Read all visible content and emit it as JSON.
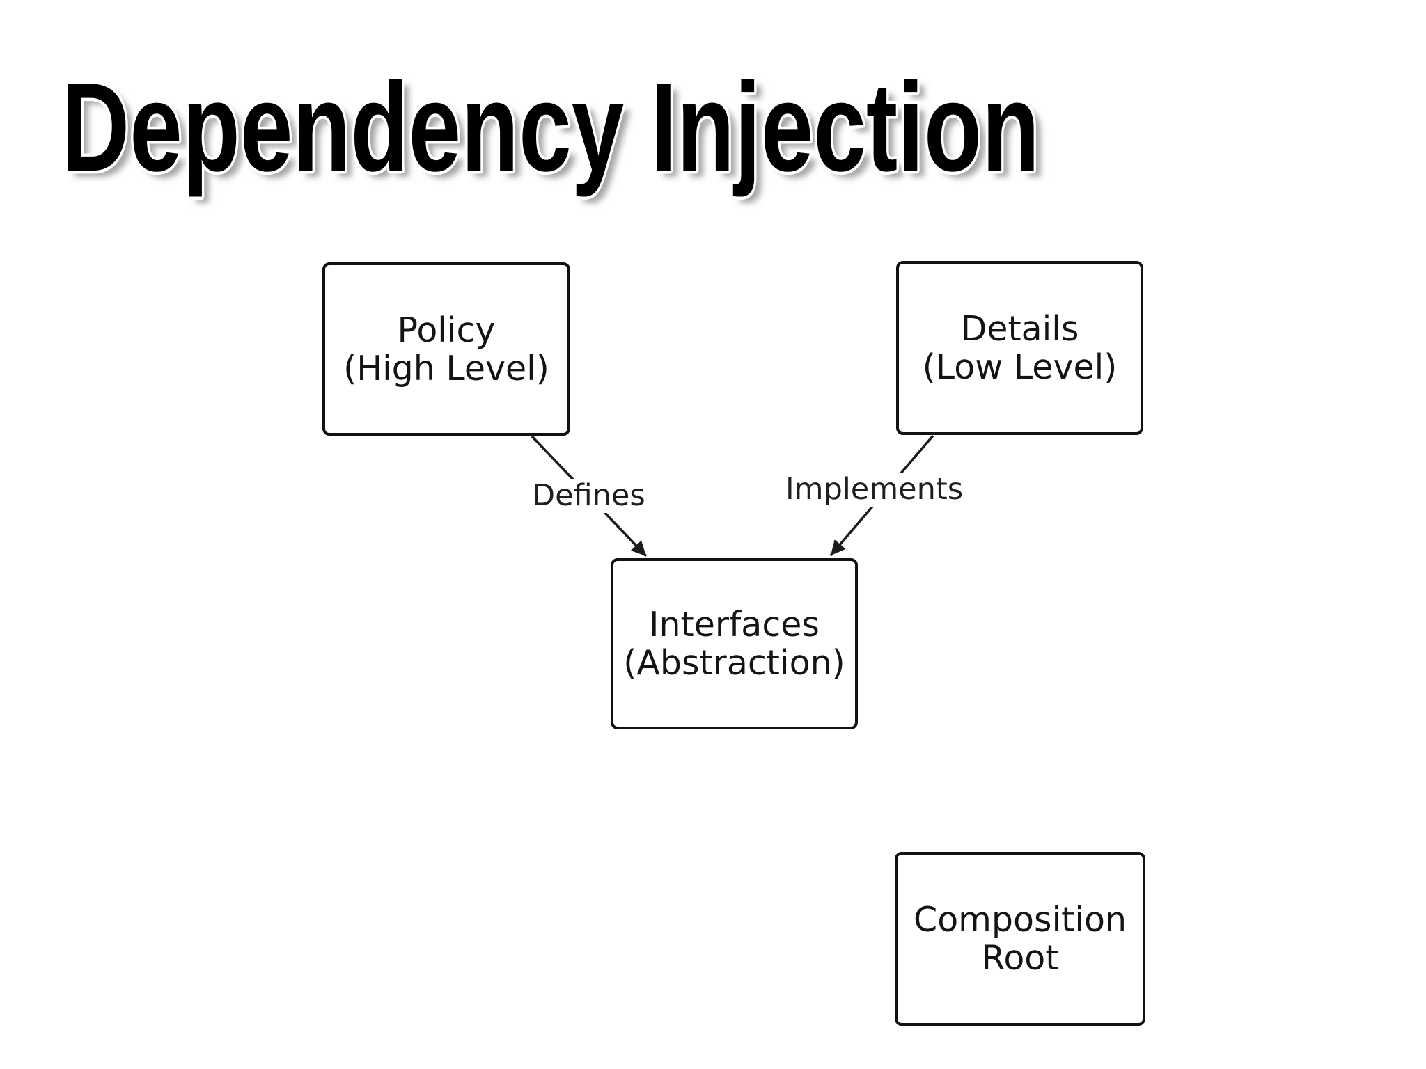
{
  "title": "Dependency Injection",
  "diagram": {
    "nodes": [
      {
        "id": "policy",
        "line1": "Policy",
        "line2": "(High Level)"
      },
      {
        "id": "details",
        "line1": "Details",
        "line2": "(Low Level)"
      },
      {
        "id": "interfaces",
        "line1": "Interfaces",
        "line2": "(Abstraction)"
      },
      {
        "id": "composition-root",
        "line1": "Composition",
        "line2": "Root"
      }
    ],
    "edges": [
      {
        "from": "policy",
        "to": "interfaces",
        "label": "Defines"
      },
      {
        "from": "details",
        "to": "interfaces",
        "label": "Implements"
      }
    ]
  },
  "colors": {
    "background": "#ffffff",
    "box_border": "#111111",
    "box_fill": "#ffffff",
    "text": "#141414",
    "edge_line": "#1c1c1c",
    "title_fill": "#000000",
    "title_outline": "#ffffff",
    "title_shadow": "#a6a6a6"
  }
}
